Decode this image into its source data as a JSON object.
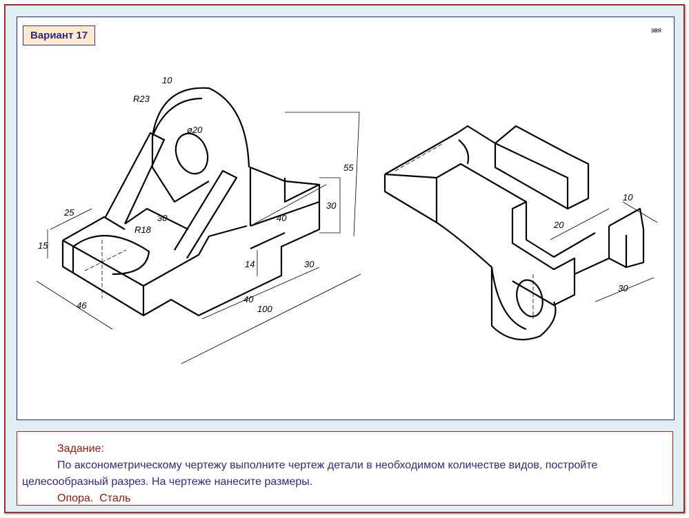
{
  "header": {
    "variant": "Вариант 17",
    "author": "звя"
  },
  "drawing": {
    "left_dims": [
      "10",
      "R23",
      "ø20",
      "55",
      "30",
      "40",
      "25",
      "15",
      "30",
      "R18",
      "14",
      "46",
      "40",
      "30",
      "100"
    ],
    "right_dims": [
      "10",
      "20",
      "30"
    ]
  },
  "task": {
    "title": "Задание:",
    "text_line1": "По аксонометрическому чертежу выполните чертеж детали в необходимом количестве видов, постройте",
    "text_line2": "целесообразный разрез. На чертеже нанесите размеры.",
    "part": "Опора.",
    "material": "Сталь"
  },
  "colors": {
    "frame": "#a52a2a",
    "background": "#dfeef2",
    "label_bg": "#fde9cc",
    "text_blue": "#2c2c7a",
    "text_red": "#8b1a0a"
  }
}
